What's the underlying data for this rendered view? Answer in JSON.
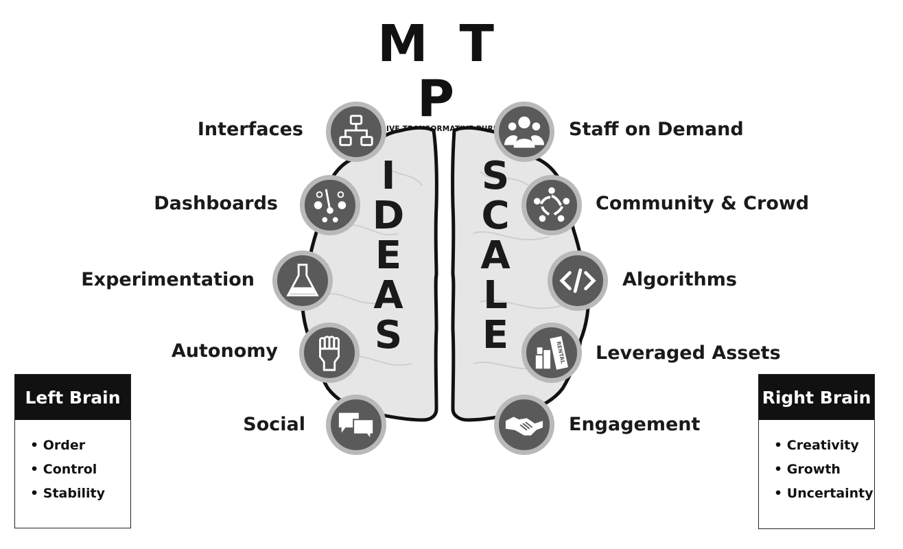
{
  "header": {
    "mtp_letters": "M T P",
    "mtp_subtitle": "MASSIVE TRANSORMATIVE PURPOSE"
  },
  "left_hemisphere": {
    "word_letters": [
      "I",
      "D",
      "E",
      "A",
      "S"
    ],
    "attributes": [
      {
        "label": "Interfaces",
        "icon": "flowchart-icon"
      },
      {
        "label": "Dashboards",
        "icon": "gauge-icon"
      },
      {
        "label": "Experimentation",
        "icon": "flask-icon"
      },
      {
        "label": "Autonomy",
        "icon": "raised-fist-icon"
      },
      {
        "label": "Social",
        "icon": "chat-bubbles-icon"
      }
    ]
  },
  "right_hemisphere": {
    "word_letters": [
      "S",
      "C",
      "A",
      "L",
      "E"
    ],
    "attributes": [
      {
        "label": "Staff on Demand",
        "icon": "people-group-icon"
      },
      {
        "label": "Community & Crowd",
        "icon": "community-circle-icon"
      },
      {
        "label": "Algorithms",
        "icon": "code-brackets-icon"
      },
      {
        "label": "Leveraged Assets",
        "icon": "rental-sign-icon"
      },
      {
        "label": "Engagement",
        "icon": "handshake-icon"
      }
    ]
  },
  "left_box": {
    "title": "Left Brain",
    "items": [
      "Order",
      "Control",
      "Stability"
    ]
  },
  "right_box": {
    "title": "Right Brain",
    "items": [
      "Creativity",
      "Growth",
      "Uncertainty"
    ]
  },
  "colors": {
    "icon_fill": "#5a5a5a",
    "icon_ring": "#b9b9b9",
    "brain_fill": "#e6e6e6",
    "text": "#1a1a1a"
  }
}
